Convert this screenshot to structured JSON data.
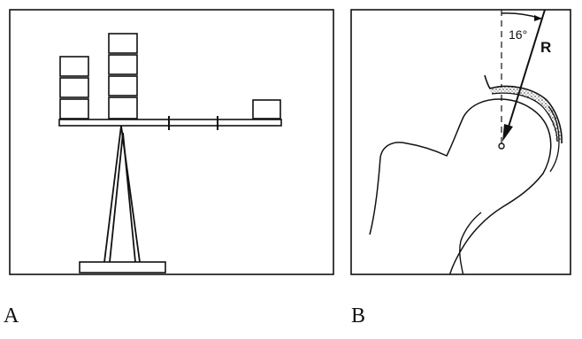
{
  "panels": {
    "a": {
      "label": "A"
    },
    "b": {
      "label": "B",
      "angle_text": "16°",
      "force_label": "R"
    }
  },
  "colors": {
    "line": "#111111",
    "background": "#ffffff"
  }
}
